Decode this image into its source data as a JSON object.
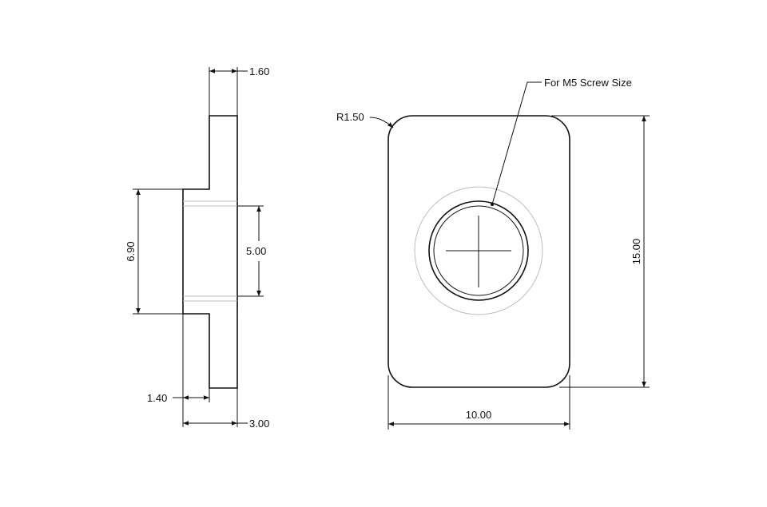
{
  "drawing": {
    "side_view": {
      "flange_thickness": "1.60",
      "total_depth": "3.00",
      "boss_offset": "1.40",
      "boss_height": "6.90",
      "bore_diameter": "5.00"
    },
    "front_view": {
      "corner_radius": "R1.50",
      "width": "10.00",
      "height": "15.00",
      "hole_note": "For M5 Screw Size"
    }
  }
}
